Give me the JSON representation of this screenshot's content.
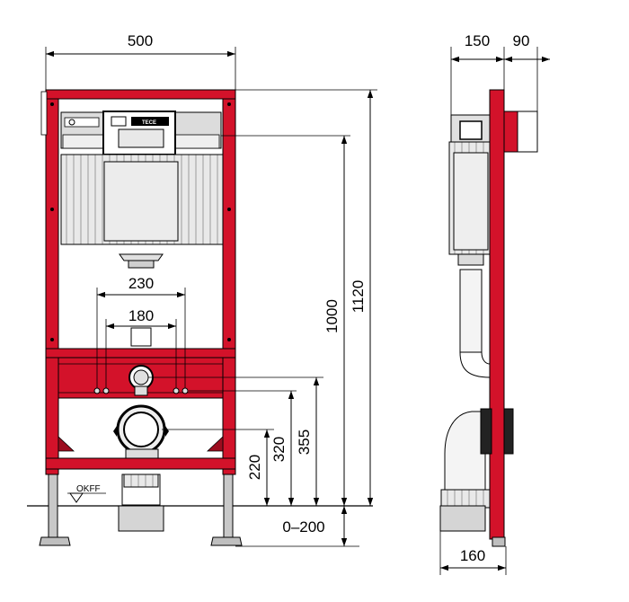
{
  "colors": {
    "frame_red": "#d3122a",
    "frame_red_dark": "#9c0d1f",
    "metal_grey": "#bfbfbf",
    "cistern_grey": "#e6e6e6",
    "line": "#000000"
  },
  "front_view": {
    "width_dim": "500",
    "pipe_spacing_dim": "230",
    "bolt_spacing_dim": "180",
    "height_total_dim": "1120",
    "height_actuator_dim": "1000",
    "height_355_dim": "355",
    "height_320_dim": "320",
    "height_220_dim": "220",
    "adjust_range_dim": "0–200",
    "floor_label": "OKFF",
    "brand_label": "TECE"
  },
  "side_view": {
    "depth_frame_dim": "150",
    "depth_box_dim": "90",
    "bend_width_dim": "160"
  }
}
